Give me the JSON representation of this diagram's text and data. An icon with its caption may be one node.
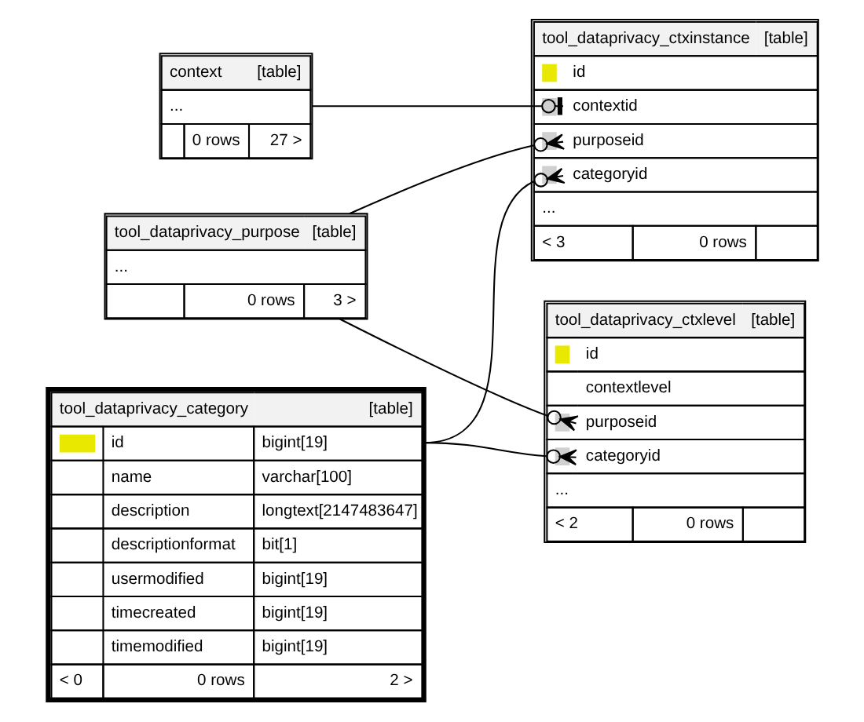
{
  "diagram": {
    "nodes": [
      {
        "text": [
          "context",
          "[table]",
          "...",
          "0 rows",
          "27 >"
        ]
      },
      {
        "text": [
          "tool_dataprivacy_ctxinstance",
          "[table]",
          "id",
          "contextid",
          "purposeid",
          "categoryid",
          "...",
          "< 3",
          "0 rows"
        ]
      },
      {
        "text": [
          "tool_dataprivacy_purpose",
          "[table]",
          "...",
          "0 rows",
          "3 >"
        ]
      },
      {
        "text": [
          "tool_dataprivacy_ctxlevel",
          "[table]",
          "id",
          "contextlevel",
          "purposeid",
          "categoryid",
          "...",
          "< 2",
          "0 rows"
        ]
      },
      {
        "text": [
          "tool_dataprivacy_category",
          "[table]",
          "id",
          "bigint[19]",
          "name",
          "varchar[100]",
          "description",
          "longtext[2147483647]",
          "descriptionformat",
          "bit[1]",
          "usermodified",
          "bigint[19]",
          "timecreated",
          "bigint[19]",
          "timemodified",
          "bigint[19]",
          "< 0",
          "0 rows",
          "2 >"
        ]
      }
    ],
    "edges": [
      {
        "from": 0,
        "to": 1,
        "arrow": "other"
      },
      {
        "from": 2,
        "to": 1,
        "arrow": "other"
      },
      {
        "from": 4,
        "to": 1,
        "arrow": "other"
      },
      {
        "from": 2,
        "to": 3,
        "arrow": "other"
      },
      {
        "from": 4,
        "to": 3,
        "arrow": "other"
      }
    ]
  }
}
